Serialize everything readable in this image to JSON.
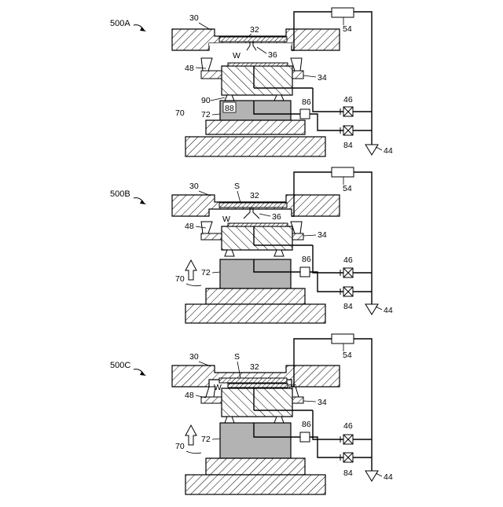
{
  "panels": [
    {
      "id": "500A",
      "label": "500A",
      "parts": {
        "top_plate": "30",
        "film": "32",
        "nozzle": "36",
        "wafer": "W",
        "stage": "48",
        "ring": "34",
        "pad": "90",
        "base_block": "88",
        "lift": "72",
        "assembly": "70",
        "sensor": "86",
        "valve_upper": "46",
        "valve_lower": "84",
        "pump": "44",
        "gauge": "54"
      }
    },
    {
      "id": "500B",
      "label": "500B",
      "parts": {
        "top_plate": "30",
        "sheet": "S",
        "film": "32",
        "wafer": "W",
        "nozzle": "36",
        "stage": "48",
        "ring": "34",
        "lift": "72",
        "assembly": "70",
        "sensor": "86",
        "valve_upper": "46",
        "valve_lower": "84",
        "pump": "44",
        "gauge": "54"
      }
    },
    {
      "id": "500C",
      "label": "500C",
      "parts": {
        "top_plate": "30",
        "sheet": "S",
        "film": "32",
        "wafer": "W",
        "nozzle": "36",
        "stage": "48",
        "ring": "34",
        "lift": "72",
        "assembly": "70",
        "sensor": "86",
        "valve_upper": "46",
        "valve_lower": "84",
        "pump": "44",
        "gauge": "54"
      }
    }
  ]
}
